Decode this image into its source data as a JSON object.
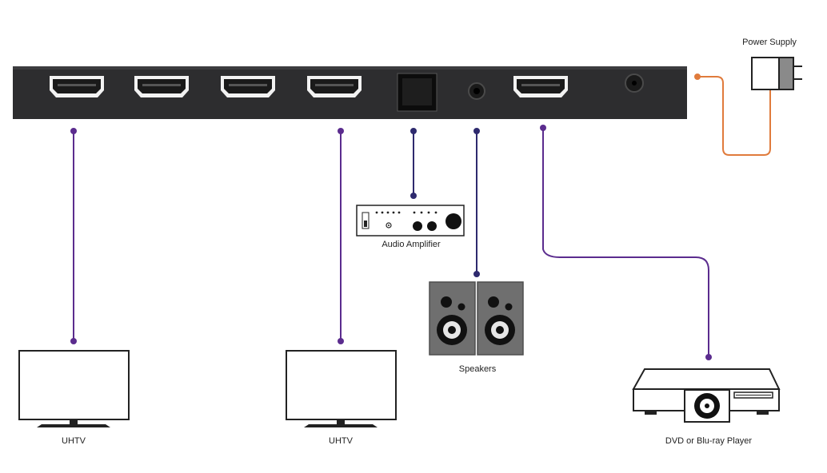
{
  "labels": {
    "power_supply": "Power Supply",
    "audio_amplifier": "Audio Amplifier",
    "speakers": "Speakers",
    "uhtv_1": "UHTV",
    "uhtv_2": "UHTV",
    "player": "DVD or Blu-ray Player"
  },
  "devices": {
    "splitter_ports": [
      "hdmi-out",
      "hdmi-out",
      "hdmi-out",
      "hdmi-out",
      "optical-audio-out",
      "analog-audio-out",
      "hdmi-in",
      "dc-power-in"
    ]
  },
  "colors": {
    "splitter_body": "#2d2d2f",
    "hdmi_cable": "#5b2c8e",
    "audio_cable": "#2e2a6e",
    "power_cable": "#e07b3c",
    "speaker_cabinet": "#6f6f6f"
  }
}
